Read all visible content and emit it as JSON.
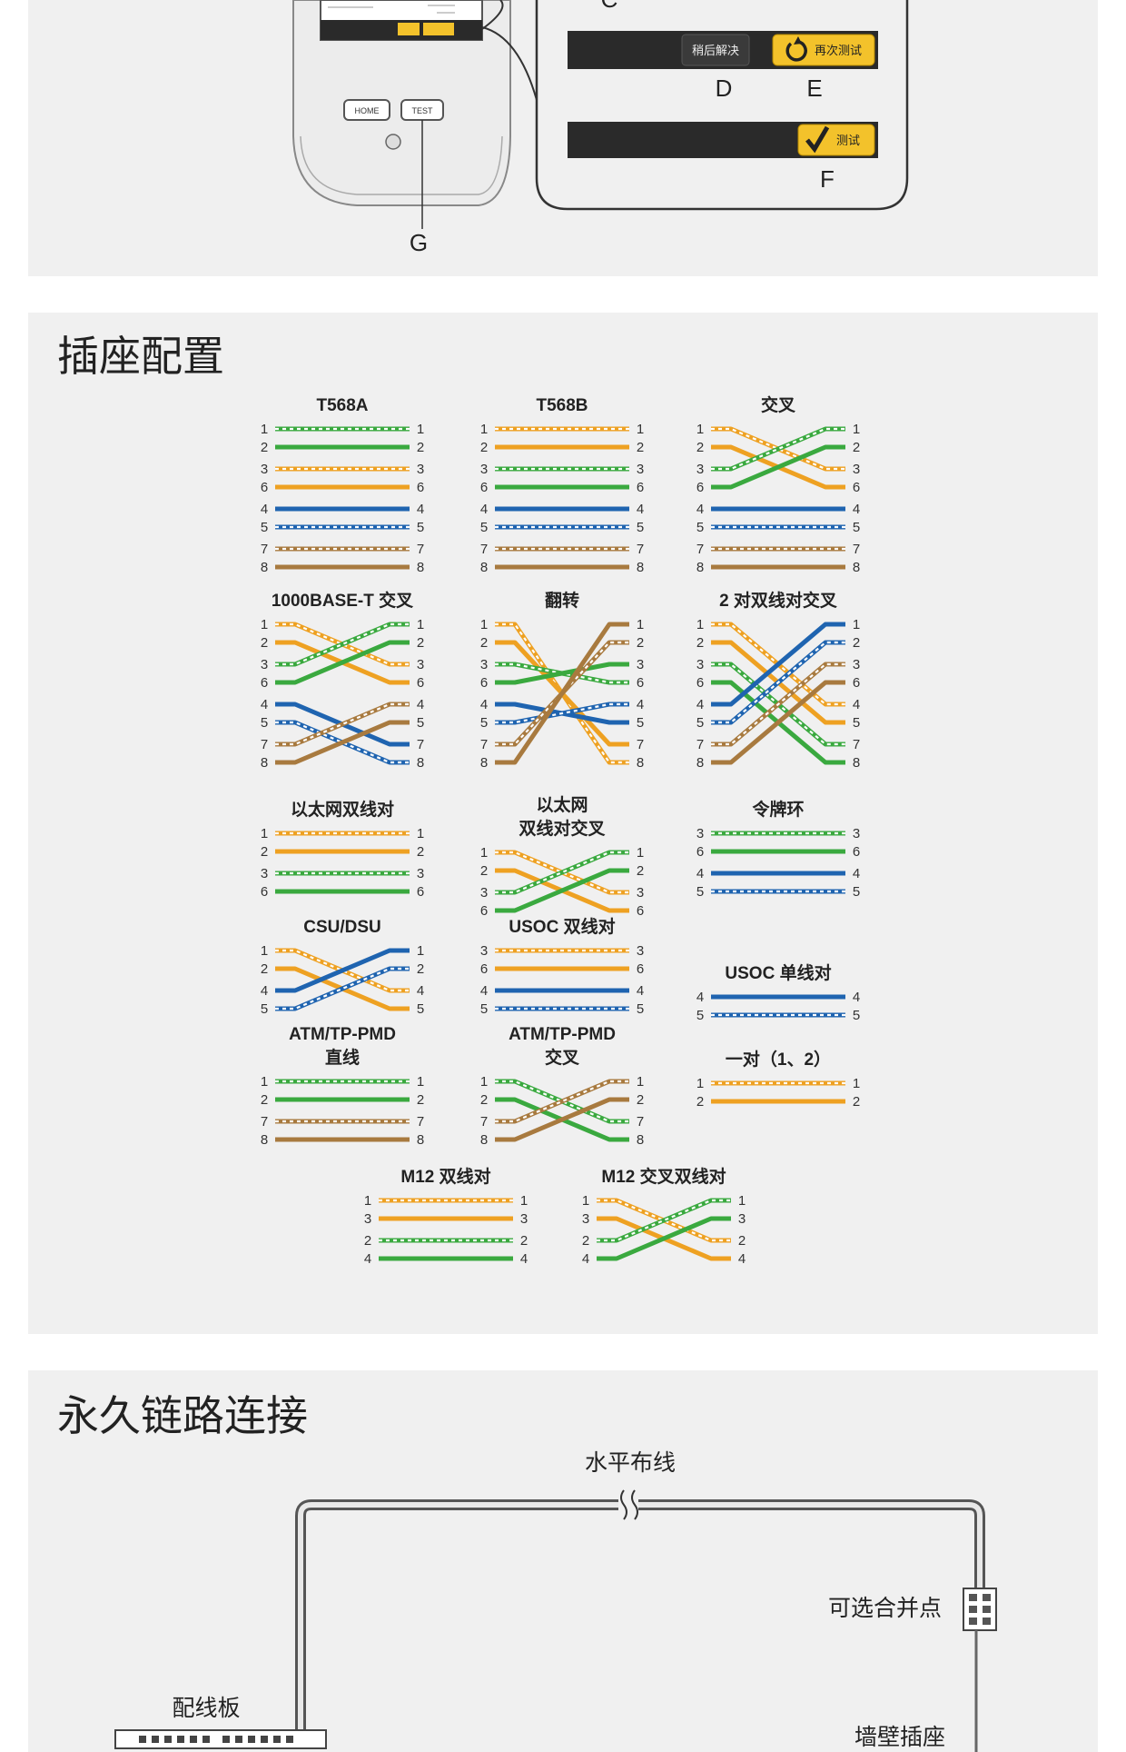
{
  "top_section": {
    "device_buttons": {
      "home": "HOME",
      "test": "TEST"
    },
    "labels": {
      "c": "C",
      "d": "D",
      "e": "E",
      "f": "F",
      "g": "G"
    },
    "bars": {
      "resolve_later": "稍后解决",
      "retest": "再次测试",
      "test": "测试"
    }
  },
  "wiring_section": {
    "title": "插座配置",
    "colors": {
      "orange": "#eea122",
      "green": "#3aa93f",
      "blue": "#1f64b0",
      "brown": "#a87a3f"
    },
    "diagrams": [
      {
        "id": "t568a",
        "title": [
          "T568A"
        ],
        "pins": [
          "1",
          "2",
          "3",
          "6",
          "4",
          "5",
          "7",
          "8"
        ],
        "right": [
          "1",
          "2",
          "3",
          "6",
          "4",
          "5",
          "7",
          "8"
        ],
        "wires": [
          [
            "green",
            true,
            0,
            0
          ],
          [
            "green",
            false,
            1,
            1
          ],
          [
            "orange",
            true,
            2,
            2
          ],
          [
            "orange",
            false,
            3,
            3
          ],
          [
            "blue",
            false,
            4,
            4
          ],
          [
            "blue",
            true,
            5,
            5
          ],
          [
            "brown",
            true,
            6,
            6
          ],
          [
            "brown",
            false,
            7,
            7
          ]
        ]
      },
      {
        "id": "t568b",
        "title": [
          "T568B"
        ],
        "pins": [
          "1",
          "2",
          "3",
          "6",
          "4",
          "5",
          "7",
          "8"
        ],
        "right": [
          "1",
          "2",
          "3",
          "6",
          "4",
          "5",
          "7",
          "8"
        ],
        "wires": [
          [
            "orange",
            true,
            0,
            0
          ],
          [
            "orange",
            false,
            1,
            1
          ],
          [
            "green",
            true,
            2,
            2
          ],
          [
            "green",
            false,
            3,
            3
          ],
          [
            "blue",
            false,
            4,
            4
          ],
          [
            "blue",
            true,
            5,
            5
          ],
          [
            "brown",
            true,
            6,
            6
          ],
          [
            "brown",
            false,
            7,
            7
          ]
        ]
      },
      {
        "id": "crossover",
        "title": [
          "交叉"
        ],
        "pins": [
          "1",
          "2",
          "3",
          "6",
          "4",
          "5",
          "7",
          "8"
        ],
        "right": [
          "1",
          "2",
          "3",
          "6",
          "4",
          "5",
          "7",
          "8"
        ],
        "wires": [
          [
            "orange",
            true,
            0,
            2
          ],
          [
            "orange",
            false,
            1,
            3
          ],
          [
            "green",
            true,
            2,
            0
          ],
          [
            "green",
            false,
            3,
            1
          ],
          [
            "blue",
            false,
            4,
            4
          ],
          [
            "blue",
            true,
            5,
            5
          ],
          [
            "brown",
            true,
            6,
            6
          ],
          [
            "brown",
            false,
            7,
            7
          ]
        ]
      },
      {
        "id": "gig-crossover",
        "title": [
          "1000BASE-T 交叉"
        ],
        "pins": [
          "1",
          "2",
          "3",
          "6",
          "4",
          "5",
          "7",
          "8"
        ],
        "right": [
          "1",
          "2",
          "3",
          "6",
          "4",
          "5",
          "7",
          "8"
        ],
        "wires": [
          [
            "orange",
            true,
            0,
            2
          ],
          [
            "orange",
            false,
            1,
            3
          ],
          [
            "green",
            true,
            2,
            0
          ],
          [
            "green",
            false,
            3,
            1
          ],
          [
            "blue",
            false,
            4,
            6
          ],
          [
            "blue",
            true,
            5,
            7
          ],
          [
            "brown",
            true,
            6,
            4
          ],
          [
            "brown",
            false,
            7,
            5
          ]
        ]
      },
      {
        "id": "rollover",
        "title": [
          "翻转"
        ],
        "pins": [
          "1",
          "2",
          "3",
          "6",
          "4",
          "5",
          "7",
          "8"
        ],
        "right": [
          "1",
          "2",
          "3",
          "6",
          "4",
          "5",
          "7",
          "8"
        ],
        "wires": [
          [
            "orange",
            true,
            0,
            7
          ],
          [
            "orange",
            false,
            1,
            6
          ],
          [
            "green",
            true,
            2,
            3
          ],
          [
            "green",
            false,
            3,
            2
          ],
          [
            "blue",
            false,
            4,
            5
          ],
          [
            "blue",
            true,
            5,
            4
          ],
          [
            "brown",
            true,
            6,
            1
          ],
          [
            "brown",
            false,
            7,
            0
          ]
        ]
      },
      {
        "id": "two-pair-cross",
        "title": [
          "2 对双线对交叉"
        ],
        "pins": [
          "1",
          "2",
          "3",
          "6",
          "4",
          "5",
          "7",
          "8"
        ],
        "right": [
          "1",
          "2",
          "3",
          "6",
          "4",
          "5",
          "7",
          "8"
        ],
        "wires": [
          [
            "orange",
            true,
            0,
            4
          ],
          [
            "orange",
            false,
            1,
            5
          ],
          [
            "green",
            true,
            2,
            6
          ],
          [
            "green",
            false,
            3,
            7
          ],
          [
            "blue",
            false,
            4,
            0
          ],
          [
            "blue",
            true,
            5,
            1
          ],
          [
            "brown",
            true,
            6,
            2
          ],
          [
            "brown",
            false,
            7,
            3
          ]
        ]
      },
      {
        "id": "eth-pairs",
        "title": [
          "以太网双线对"
        ],
        "pins": [
          "1",
          "2",
          "3",
          "6"
        ],
        "right": [
          "1",
          "2",
          "3",
          "6"
        ],
        "wires": [
          [
            "orange",
            true,
            0,
            0
          ],
          [
            "orange",
            false,
            1,
            1
          ],
          [
            "green",
            true,
            2,
            2
          ],
          [
            "green",
            false,
            3,
            3
          ]
        ]
      },
      {
        "id": "eth-pair-cross",
        "title": [
          "以太网",
          "双线对交叉"
        ],
        "pins": [
          "1",
          "2",
          "3",
          "6"
        ],
        "right": [
          "1",
          "2",
          "3",
          "6"
        ],
        "wires": [
          [
            "orange",
            true,
            0,
            2
          ],
          [
            "orange",
            false,
            1,
            3
          ],
          [
            "green",
            true,
            2,
            0
          ],
          [
            "green",
            false,
            3,
            1
          ]
        ]
      },
      {
        "id": "token-ring",
        "title": [
          "令牌环"
        ],
        "pins": [
          "3",
          "6",
          "4",
          "5"
        ],
        "right": [
          "3",
          "6",
          "4",
          "5"
        ],
        "wires": [
          [
            "green",
            true,
            0,
            0
          ],
          [
            "green",
            false,
            1,
            1
          ],
          [
            "blue",
            false,
            2,
            2
          ],
          [
            "blue",
            true,
            3,
            3
          ]
        ]
      },
      {
        "id": "csu-dsu",
        "title": [
          "CSU/DSU"
        ],
        "pins": [
          "1",
          "2",
          "4",
          "5"
        ],
        "right": [
          "1",
          "2",
          "4",
          "5"
        ],
        "wires": [
          [
            "orange",
            true,
            0,
            2
          ],
          [
            "orange",
            false,
            1,
            3
          ],
          [
            "blue",
            false,
            2,
            0
          ],
          [
            "blue",
            true,
            3,
            1
          ]
        ]
      },
      {
        "id": "usoc-pairs",
        "title": [
          "USOC 双线对"
        ],
        "pins": [
          "3",
          "6",
          "4",
          "5"
        ],
        "right": [
          "3",
          "6",
          "4",
          "5"
        ],
        "wires": [
          [
            "orange",
            true,
            0,
            0
          ],
          [
            "orange",
            false,
            1,
            1
          ],
          [
            "blue",
            false,
            2,
            2
          ],
          [
            "blue",
            true,
            3,
            3
          ]
        ]
      },
      {
        "id": "usoc-single",
        "title": [
          "USOC 单线对"
        ],
        "pins": [
          "4",
          "5"
        ],
        "right": [
          "4",
          "5"
        ],
        "wires": [
          [
            "blue",
            false,
            0,
            0
          ],
          [
            "blue",
            true,
            1,
            1
          ]
        ]
      },
      {
        "id": "atm-straight",
        "title": [
          "ATM/TP-PMD",
          "直线"
        ],
        "pins": [
          "1",
          "2",
          "7",
          "8"
        ],
        "right": [
          "1",
          "2",
          "7",
          "8"
        ],
        "wires": [
          [
            "green",
            true,
            0,
            0
          ],
          [
            "green",
            false,
            1,
            1
          ],
          [
            "brown",
            true,
            2,
            2
          ],
          [
            "brown",
            false,
            3,
            3
          ]
        ]
      },
      {
        "id": "atm-cross",
        "title": [
          "ATM/TP-PMD",
          "交叉"
        ],
        "pins": [
          "1",
          "2",
          "7",
          "8"
        ],
        "right": [
          "1",
          "2",
          "7",
          "8"
        ],
        "wires": [
          [
            "green",
            true,
            0,
            2
          ],
          [
            "green",
            false,
            1,
            3
          ],
          [
            "brown",
            true,
            2,
            0
          ],
          [
            "brown",
            false,
            3,
            1
          ]
        ]
      },
      {
        "id": "one-pair",
        "title": [
          "一对（1、2）"
        ],
        "pins": [
          "1",
          "2"
        ],
        "right": [
          "1",
          "2"
        ],
        "wires": [
          [
            "orange",
            true,
            0,
            0
          ],
          [
            "orange",
            false,
            1,
            1
          ]
        ]
      },
      {
        "id": "m12-pairs",
        "title": [
          "M12 双线对"
        ],
        "pins": [
          "1",
          "3",
          "2",
          "4"
        ],
        "right": [
          "1",
          "3",
          "2",
          "4"
        ],
        "wires": [
          [
            "orange",
            true,
            0,
            0
          ],
          [
            "orange",
            false,
            1,
            1
          ],
          [
            "green",
            true,
            2,
            2
          ],
          [
            "green",
            false,
            3,
            3
          ]
        ]
      },
      {
        "id": "m12-cross",
        "title": [
          "M12 交叉双线对"
        ],
        "pins": [
          "1",
          "3",
          "2",
          "4"
        ],
        "right": [
          "1",
          "3",
          "2",
          "4"
        ],
        "wires": [
          [
            "orange",
            true,
            0,
            2
          ],
          [
            "orange",
            false,
            1,
            3
          ],
          [
            "green",
            true,
            2,
            0
          ],
          [
            "green",
            false,
            3,
            1
          ]
        ]
      }
    ]
  },
  "link_section": {
    "title": "永久链路连接",
    "horizontal_cabling": "水平布线",
    "consolidation_point": "可选合并点",
    "patch_panel": "配线板",
    "wall_outlet": "墙壁插座"
  }
}
